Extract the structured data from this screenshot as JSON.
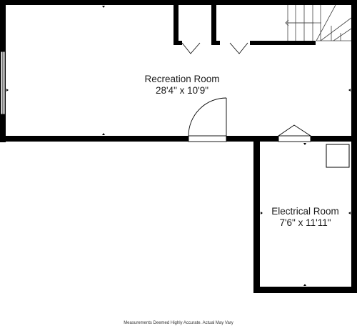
{
  "rooms": [
    {
      "name": "Recreation Room",
      "dimensions": "28'4\" x 10'9\""
    },
    {
      "name": "Electrical Room",
      "dimensions": "7'6\" x 11'11\""
    }
  ],
  "footer": {
    "disclaimer": "Measurements Deemed Highly Accurate. Actual May Vary"
  },
  "colors": {
    "wall": "#000000",
    "background": "#ffffff"
  }
}
